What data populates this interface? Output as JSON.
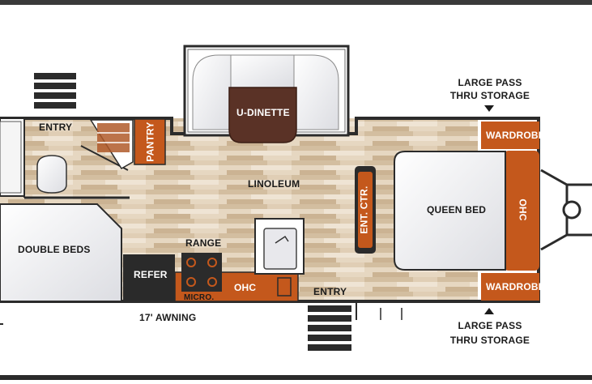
{
  "labels": {
    "udinette": "U-DINETTE",
    "entry_left": "ENTRY",
    "pantry": "PANTRY",
    "linoleum": "LINOLEUM",
    "ent_ctr": "ENT. CTR.",
    "queen_bed": "QUEEN BED",
    "ohc_bed": "OHC",
    "wardrobe_top": "WARDROBE",
    "wardrobe_bottom": "WARDROBE",
    "storage_top_line1": "LARGE PASS",
    "storage_top_line2": "THRU STORAGE",
    "storage_bottom_line1": "LARGE PASS",
    "storage_bottom_line2": "THRU STORAGE",
    "double_beds": "DOUBLE BEDS",
    "range": "RANGE",
    "refer": "REFER",
    "ohc_galley": "OHC",
    "micro": "MICRO.",
    "entry_bottom": "ENTRY",
    "awning": "17' AWNING"
  },
  "colors": {
    "wall": "#2b2b2b",
    "orange": "#c4581c",
    "floor_light": "#e9dcc8",
    "floor_dark": "#c8b294",
    "cushion": "#f1f1f3",
    "dinette_seat": "#5a3226",
    "refer": "#2a2a2a"
  }
}
